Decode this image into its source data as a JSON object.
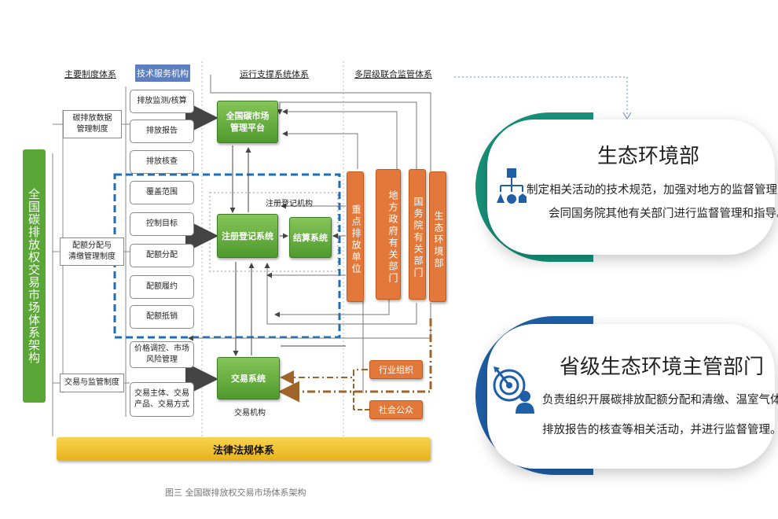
{
  "diagram": {
    "headers": {
      "main_system": "主要制度体系",
      "tech_service": "技术服务机构",
      "operation_support": "运行支撑系统体系",
      "multilevel_supervision": "多层级联合监管体系"
    },
    "left_banner": "全国碳排放权交易市场体系架构",
    "categories": {
      "data_mgmt": "碳排放数据\n管理制度",
      "quota_mgmt": "配额分配与\n清缴管理制度",
      "trade_mgmt": "交易与监管制度"
    },
    "items": {
      "monitor": "排放监测/核算",
      "report": "排放报告",
      "verify": "排放核查",
      "coverage": "覆盖范围",
      "target": "控制目标",
      "allocation": "配额分配",
      "fulfill": "配额履约",
      "offset": "配额抵销",
      "price": "价格调控、市场\n风险管理",
      "subjects": "交易主体、交易\n产品、交易方式"
    },
    "systems": {
      "platform": "全国碳市场\n管理平台",
      "registry": "注册登记系统",
      "settlement": "结算系统",
      "trading": "交易系统",
      "registry_org": "注册登记机构",
      "trading_org": "交易机构"
    },
    "supervisors": {
      "key_units": "重点排放单位",
      "local_gov": "地方政府有关部门",
      "state_council": "国务院有关部门",
      "eco_env": "生态环境部"
    },
    "others": {
      "industry_org": "行业组织",
      "public": "社会公众"
    },
    "law": "法律法规体系",
    "caption": "图三 全国碳排放权交易市场体系架构"
  },
  "cards": [
    {
      "title": "生态环境部",
      "line1": "制定相关活动的技术规范，加强对地方的监督管理，",
      "line2": "会同国务院其他有关部门进行监督管理和指导。",
      "icon": "hierarchy-icon",
      "color": "#17937a"
    },
    {
      "title": "省级生态环境主管部门",
      "line1": "负责组织开展碳排放配额分配和清缴、温室气体",
      "line2": "排放报告的核查等相关活动，并进行监督管理。",
      "icon": "target-icon",
      "color": "#1f5fa8"
    }
  ],
  "colors": {
    "green": "#5aa637",
    "orange": "#e2793a",
    "blue_dash": "#1e6db5",
    "law_yellow": "#f2c12e",
    "tech_blue": "#5b7fbf",
    "teal": "#17937a",
    "navy": "#1f5fa8"
  }
}
